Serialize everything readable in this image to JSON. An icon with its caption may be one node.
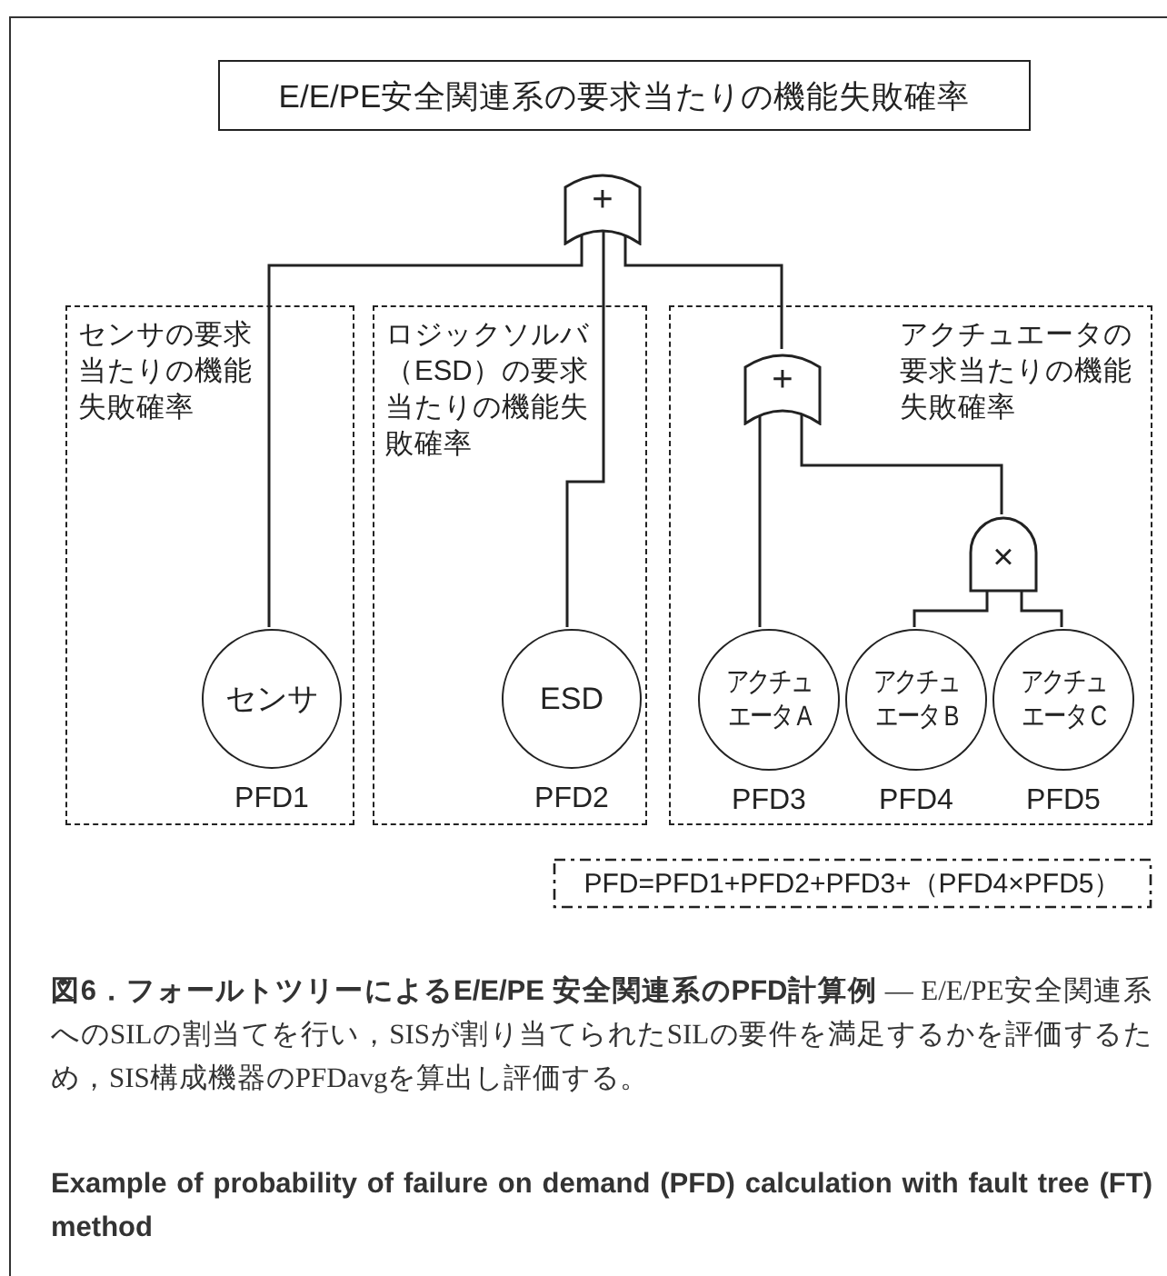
{
  "diagram": {
    "nodes": [
      {
        "text": [
          "E/E/PE安全関連系の要求当たりの機能失敗確率"
        ]
      },
      {
        "text": [
          "+"
        ]
      },
      {
        "text": [
          "センサの要求当たりの機能失敗確率"
        ]
      },
      {
        "text": [
          "センサ"
        ],
        "in": 2,
        "beside": [
          "PFD1"
        ]
      },
      {
        "text": [
          "ロジックソルバ（ESD）の要求当たりの機能失敗確率"
        ]
      },
      {
        "text": [
          "ESD"
        ],
        "in": 4,
        "beside": [
          "PFD2"
        ]
      },
      {
        "text": [
          "アクチュエータの要求当たりの機能失敗確率"
        ]
      },
      {
        "text": [
          "+"
        ],
        "in": 6
      },
      {
        "text": [
          "×"
        ],
        "in": 6
      },
      {
        "text": [
          "アクチュエータ A"
        ],
        "in": 6,
        "beside": [
          "PFD3"
        ]
      },
      {
        "text": [
          "アクチュエータ B"
        ],
        "in": 6,
        "beside": [
          "PFD4"
        ]
      },
      {
        "text": [
          "アクチュエータ C"
        ],
        "in": 6,
        "beside": [
          "PFD5"
        ]
      },
      {
        "text": [
          "PFD=PFD1+PFD2+PFD3+（PFD4×PFD5）"
        ]
      }
    ],
    "edges": [
      {
        "from": 1,
        "to": 3,
        "arrow": "none"
      },
      {
        "from": 1,
        "to": 5,
        "arrow": "none"
      },
      {
        "from": 1,
        "to": 7,
        "arrow": "none"
      },
      {
        "from": 7,
        "to": 9,
        "arrow": "none"
      },
      {
        "from": 7,
        "to": 8,
        "arrow": "none"
      },
      {
        "from": 8,
        "to": 10,
        "arrow": "none"
      },
      {
        "from": 8,
        "to": 11,
        "arrow": "none"
      }
    ],
    "caption": "**図6．フォールトツリーによるE/E/PE 安全関連系のPFD計算例** ― E/E/PE安全関連系へのSILの割当てを行い，SISが割り当てられたSILの要件を満足するかを評価するため，SIS構成機器のPFDavgを算出し評価する。",
    "labels": [
      "Example of probability of failure on demand (PFD) calculation with fault tree (FT) method"
    ]
  }
}
